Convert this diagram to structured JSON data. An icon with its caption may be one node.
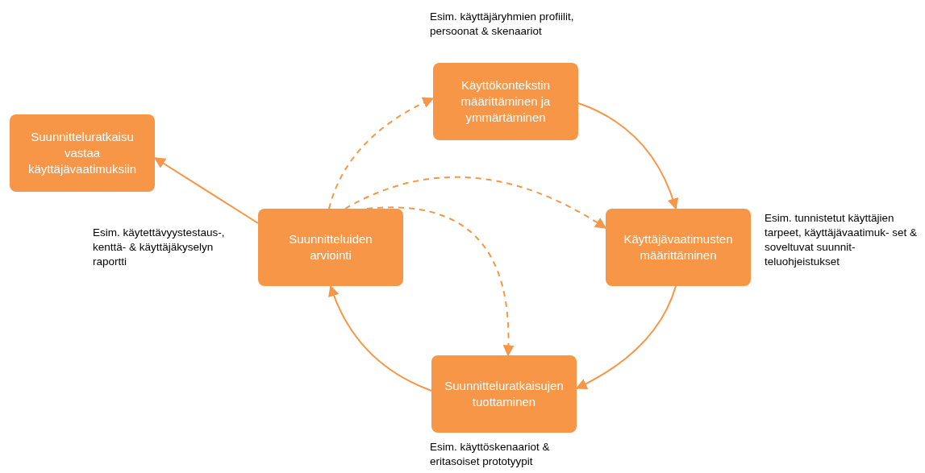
{
  "diagram": {
    "nodes": [
      {
        "text": [
          "Suunnitteluratkaisu vastaa käyttäjävaatimuksiin"
        ]
      },
      {
        "text": [
          "Käyttökontekstin määrittäminen ja ymmärtäminen"
        ],
        "beside": [
          "Esim. käyttäjäryhmien profiilit, persoonat & skenaariot"
        ]
      },
      {
        "text": [
          "Käyttäjävaatimusten määrittäminen"
        ],
        "beside": [
          "Esim. tunnistetut käyttäjien tarpeet, käyttäjävaatimuk- set & soveltuvat suunnit- teluohjeistukset"
        ]
      },
      {
        "text": [
          "Suunnitteluratkaisujen tuottaminen"
        ],
        "beside": [
          "Esim. käyttöskenaariot & eritasoiset prototyypit"
        ]
      },
      {
        "text": [
          "Suunnitteluiden arviointi"
        ],
        "beside": [
          "Esim. käytettävyystestaus-, kenttä- & käyttäjäkyselyn raportti"
        ]
      }
    ],
    "edges": [
      {
        "from": 1,
        "to": 2,
        "arrow": "to"
      },
      {
        "from": 2,
        "to": 3,
        "arrow": "to"
      },
      {
        "from": 3,
        "to": 4,
        "arrow": "to"
      },
      {
        "from": 4,
        "to": 0,
        "arrow": "to"
      },
      {
        "from": 4,
        "to": 1,
        "arrow": "to",
        "style": "dashed"
      },
      {
        "from": 4,
        "to": 2,
        "arrow": "to",
        "style": "dashed"
      },
      {
        "from": 4,
        "to": 3,
        "arrow": "to",
        "style": "dashed"
      }
    ]
  }
}
